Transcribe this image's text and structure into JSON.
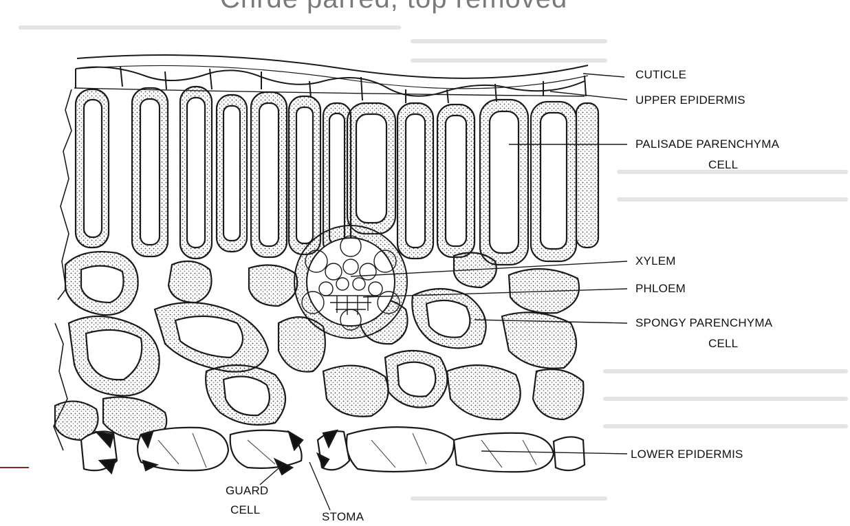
{
  "figure": {
    "top_title_fragment": "Chrde parred, top removed",
    "labels": {
      "cuticle": "CUTICLE",
      "upper_epidermis": "UPPER EPIDERMIS",
      "palisade_line1": "PALISADE PARENCHYMA",
      "palisade_line2": "CELL",
      "xylem": "XYLEM",
      "phloem": "PHLOEM",
      "spongy_line1": "SPONGY PARENCHYMA",
      "spongy_line2": "CELL",
      "lower_epidermis": "LOWER EPIDERMIS",
      "guard_line1": "GUARD",
      "guard_line2": "CELL",
      "stoma": "STOMA"
    },
    "colors": {
      "ink": "#1a1a1a",
      "background": "#ffffff",
      "edge_mark": "#8b2323"
    }
  }
}
